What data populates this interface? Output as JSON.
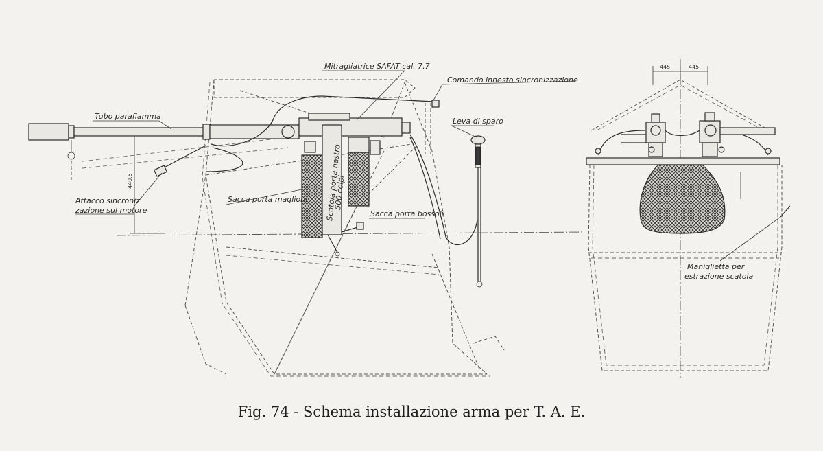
{
  "caption": "Fig. 74 - Schema installazione arma per T. A. E.",
  "labels": {
    "machine_gun": "Mitragliatrice SAFAT cal. 7.7",
    "sync_control": "Comando innesto sincronizzazione",
    "flame_tube": "Tubo parafiamma",
    "trigger_lever": "Leva di sparo",
    "sync_attach_line1": "Attacco sincroniz",
    "sync_attach_line2": "zazione sul motore",
    "link_bag": "Sacca porta maglioni",
    "box_line1": "Scatola porta nastro",
    "box_line2": "500 colpi",
    "case_bag": "Sacca porta bossoli",
    "handles_line1": "Maniglietta per",
    "handles_line2": "estrazione scatola"
  },
  "dimensions": {
    "height_mark": "440.5",
    "width_left": "445",
    "width_right": "445"
  }
}
